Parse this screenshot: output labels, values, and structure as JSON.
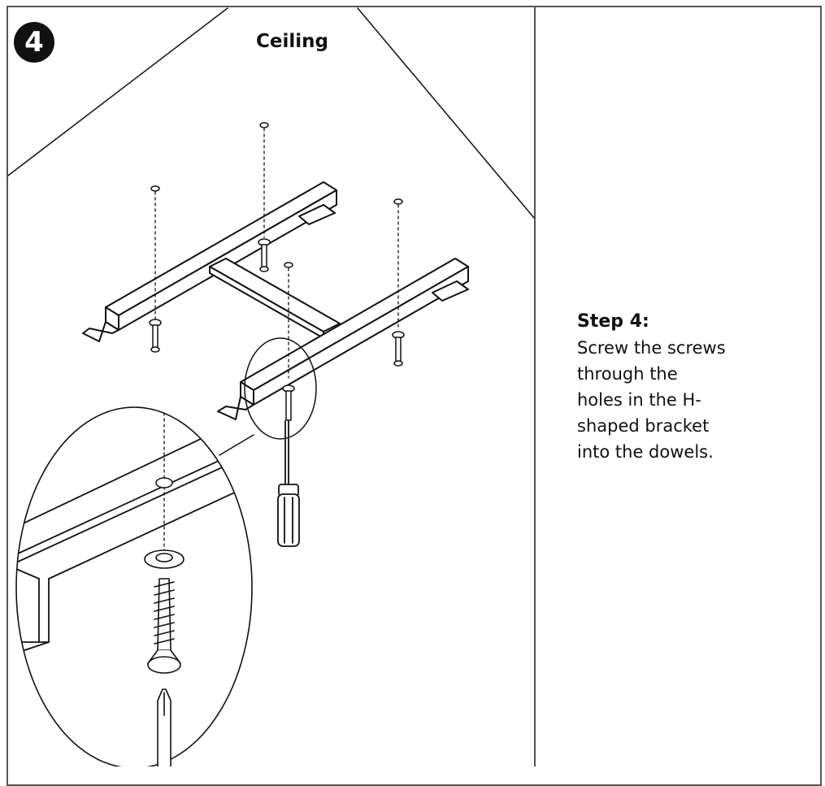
{
  "diagram": {
    "step_number": "4",
    "ceiling_label": "Ceiling"
  },
  "instructions": {
    "title": "Step 4:",
    "text": "Screw the screws\nthrough the\nholes in the H-\nshaped bracket\ninto the dowels."
  },
  "colors": {
    "line": "#111111",
    "frame": "#555555",
    "badge": "#111111"
  },
  "icons": [
    "screw-icon",
    "washer-icon",
    "screwdriver-icon",
    "h-bracket-icon"
  ]
}
